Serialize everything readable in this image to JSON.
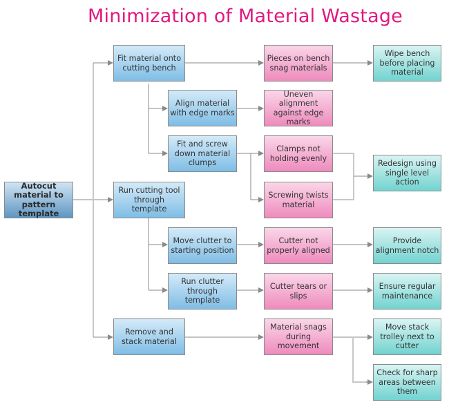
{
  "title": "Minimization of Material Wastage",
  "colors": {
    "title": "#e0197f",
    "process": "#7fbde5",
    "problem": "#ee8bbd",
    "solution": "#72d3d0",
    "connector": "#8a8a8a"
  },
  "nodes": {
    "root": "Autocut material to pattern template",
    "fit_material": "Fit material onto cutting bench",
    "align_material": "Align material with edge marks",
    "fit_screw": "Fit and screw down material clumps",
    "run_cutting_tool": "Run cutting tool through template",
    "move_clutter": "Move clutter to starting position",
    "run_clutter": "Run clutter through template",
    "remove_stack": "Remove and stack material",
    "pieces_snag": "Pieces on bench snag materials",
    "uneven_alignment": "Uneven alignment against edge marks",
    "clamps_not_holding": "Clamps not holding evenly",
    "screwing_twists": "Screwing twists material",
    "cutter_not_aligned": "Cutter not properly aligned",
    "cutter_tears": "Cutter tears or slips",
    "material_snags": "Material snags during movement",
    "wipe_bench": "Wipe bench before placing material",
    "redesign": "Redesign using single level action",
    "provide_notch": "Provide alignment notch",
    "ensure_maintenance": "Ensure regular maintenance",
    "move_trolley": "Move stack trolley next to cutter",
    "check_sharp": "Check for sharp areas between them"
  }
}
